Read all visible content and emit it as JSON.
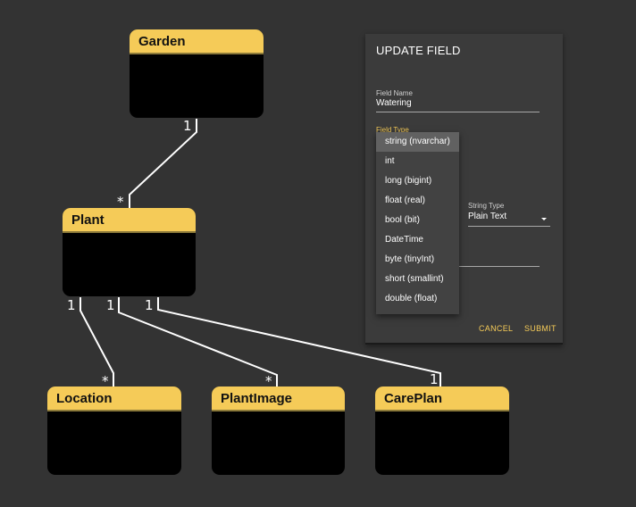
{
  "diagram": {
    "entities": [
      {
        "id": "garden",
        "name": "Garden"
      },
      {
        "id": "plant",
        "name": "Plant"
      },
      {
        "id": "location",
        "name": "Location"
      },
      {
        "id": "plantimage",
        "name": "PlantImage"
      },
      {
        "id": "careplan",
        "name": "CarePlan"
      }
    ],
    "relations": [
      {
        "from": "garden",
        "to": "plant",
        "from_mult": "1",
        "to_mult": "*"
      },
      {
        "from": "plant",
        "to": "location",
        "from_mult": "1",
        "to_mult": "*"
      },
      {
        "from": "plant",
        "to": "plantimage",
        "from_mult": "1",
        "to_mult": "*"
      },
      {
        "from": "plant",
        "to": "careplan",
        "from_mult": "1",
        "to_mult": "1"
      }
    ],
    "colors": {
      "header": "#f5cb58",
      "body": "#000000",
      "connector": "#ffffff",
      "canvas": "#333333"
    }
  },
  "dialog": {
    "title": "UPDATE FIELD",
    "field_name_label": "Field Name",
    "field_name_value": "Watering",
    "field_type_label": "Field Type",
    "string_type_label": "String Type",
    "string_type_value": "Plain Text",
    "cancel_label": "CANCEL",
    "submit_label": "SUBMIT",
    "accent_color": "#f5cb58"
  },
  "field_type_options": {
    "selected": "string (nvarchar)",
    "items": [
      "string (nvarchar)",
      "int",
      "long (bigint)",
      "float (real)",
      "bool (bit)",
      "DateTime",
      "byte (tinyInt)",
      "short (smallint)",
      "double (float)"
    ]
  }
}
